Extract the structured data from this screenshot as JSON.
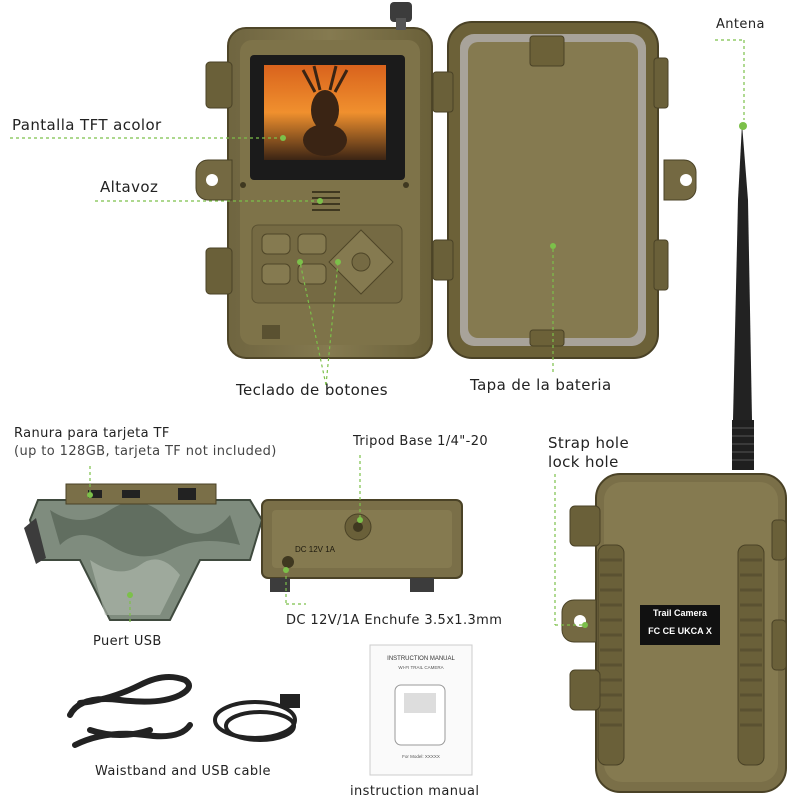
{
  "labels": {
    "pantalla": "Pantalla TFT acolor",
    "altavoz": "Altavoz",
    "teclado": "Teclado de botones",
    "tapa": "Tapa de la bateria",
    "antena": "Antena",
    "ranura_line1": "Ranura para tarjeta TF",
    "ranura_line2": "(up to 128GB, tarjeta TF not included)",
    "tripod": "Tripod Base 1/4\"-20",
    "strap_line1": "Strap hole",
    "strap_line2": "lock hole",
    "puerto": "Puert USB",
    "dc": "DC 12V/1A Enchufe 3.5x1.3mm",
    "waistband": "Waistband and USB cable",
    "manual": "instruction manual"
  },
  "device_text": {
    "dc_port": "DC 12V 1A",
    "back_label_title": "Trail Camera",
    "back_label_marks": "FC CE UKCA X",
    "manual_title": "INSTRUCTION MANUAL",
    "manual_subtitle": "WI-FI TRAIL CAMERA",
    "manual_model": "For Model: XXXXX"
  },
  "colors": {
    "camera_body": "#7a6f48",
    "camera_dark": "#5e5534",
    "lid_inner": "#8a7d52",
    "leader_line": "#7cc04a",
    "camo_light": "#9aa79a",
    "camo_dark": "#4d5a4c"
  }
}
